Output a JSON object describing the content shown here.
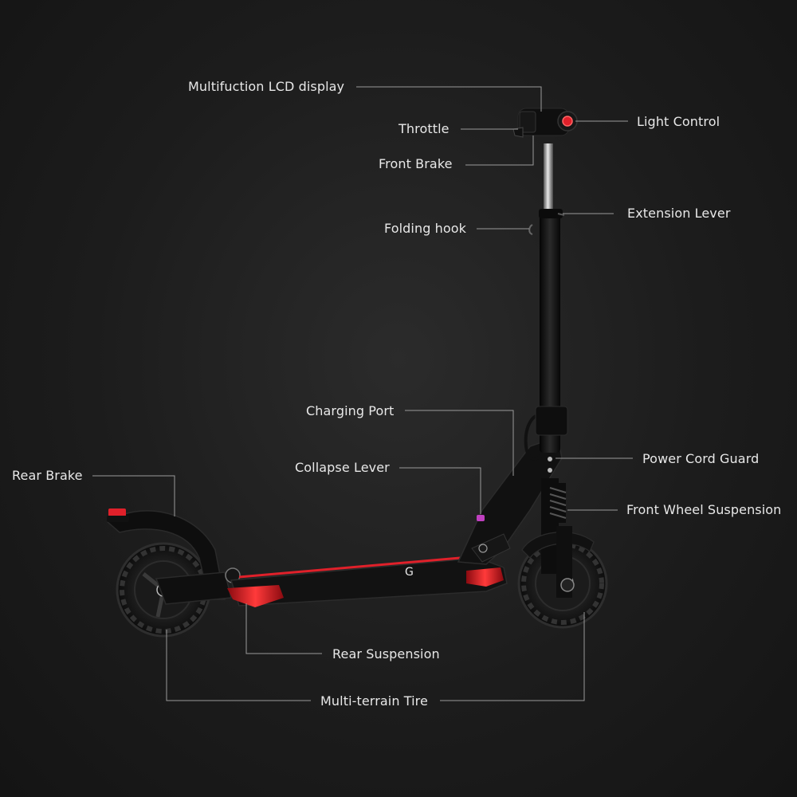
{
  "labels": {
    "lcd_display": "Multifuction LCD display",
    "throttle": "Throttle",
    "front_brake": "Front Brake",
    "light_control": "Light Control",
    "extension_lever": "Extension Lever",
    "folding_hook": "Folding hook",
    "charging_port": "Charging Port",
    "power_cord_guard": "Power Cord Guard",
    "collapse_lever": "Collapse Lever",
    "front_wheel_suspension": "Front Wheel Suspension",
    "rear_brake": "Rear Brake",
    "rear_suspension": "Rear Suspension",
    "multi_terrain_tire": "Multi-terrain Tire"
  },
  "deck_logo": "G",
  "colors": {
    "background": "#1c1c1c",
    "label_text": "#e8e8e8",
    "leader_line": "#9a9a9a",
    "scooter_body": "#111111",
    "accent_red": "#e0202a",
    "collapse_lever_accent": "#c040c0"
  }
}
